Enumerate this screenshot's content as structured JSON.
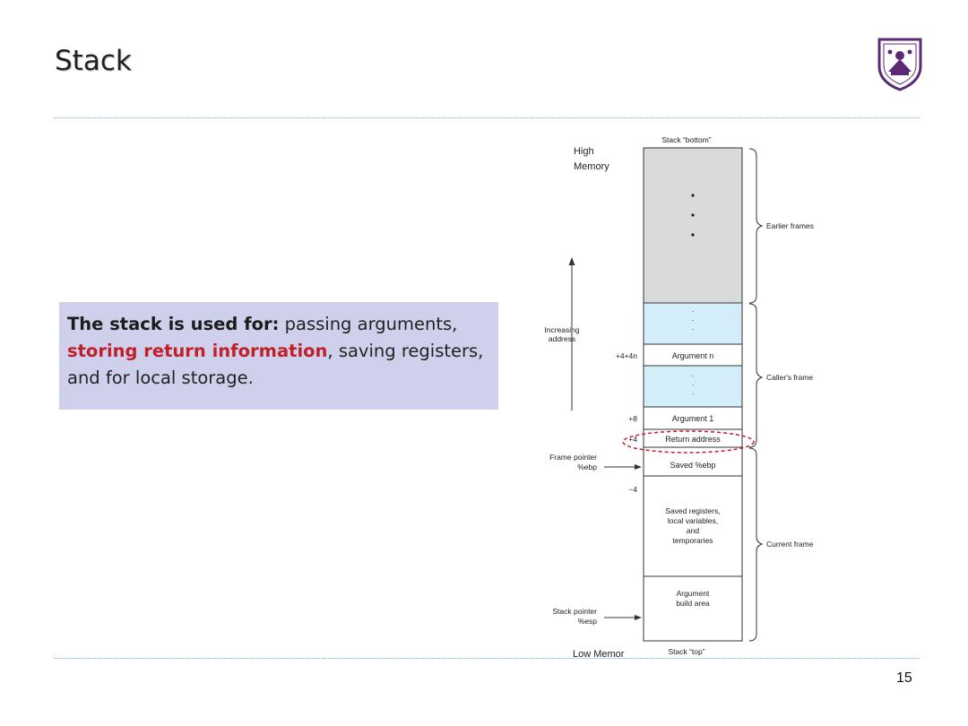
{
  "slide": {
    "title": "Stack",
    "page_number": "15",
    "callout": {
      "lead": "The stack is used for:",
      "text_a": " passing arguments, ",
      "highlight": "storing return information",
      "text_b": ", saving registers, and for local storage."
    }
  },
  "diagram": {
    "top_caption": "Stack “bottom”",
    "bottom_caption": "Stack “top”",
    "high_memory_1": "High",
    "high_memory_2": "Memory",
    "low_memory": "Low Memor",
    "increasing_1": "Increasing",
    "increasing_2": "address",
    "frame_pointer_1": "Frame pointer",
    "frame_pointer_2": "%ebp",
    "stack_pointer_1": "Stack pointer",
    "stack_pointer_2": "%esp",
    "offsets": {
      "arg_n": "+4+4n",
      "arg_1": "+8",
      "ret": "+4",
      "minus": "−4"
    },
    "cells": {
      "argument_n": "Argument n",
      "argument_1": "Argument 1",
      "return_address": "Return address",
      "saved_ebp": "Saved %ebp",
      "saved_regs_1": "Saved registers,",
      "saved_regs_2": "local variables,",
      "saved_regs_3": "and",
      "saved_regs_4": "temporaries",
      "arg_build_1": "Argument",
      "arg_build_2": "build area"
    },
    "braces": {
      "earlier": "Earlier frames",
      "caller": "Caller's frame",
      "current": "Current  frame"
    },
    "colors": {
      "earlier_fill": "#d9dadc",
      "caller_fill": "#d3edf9",
      "highlight_ring": "#c0202a",
      "box_stroke": "#333333"
    }
  }
}
